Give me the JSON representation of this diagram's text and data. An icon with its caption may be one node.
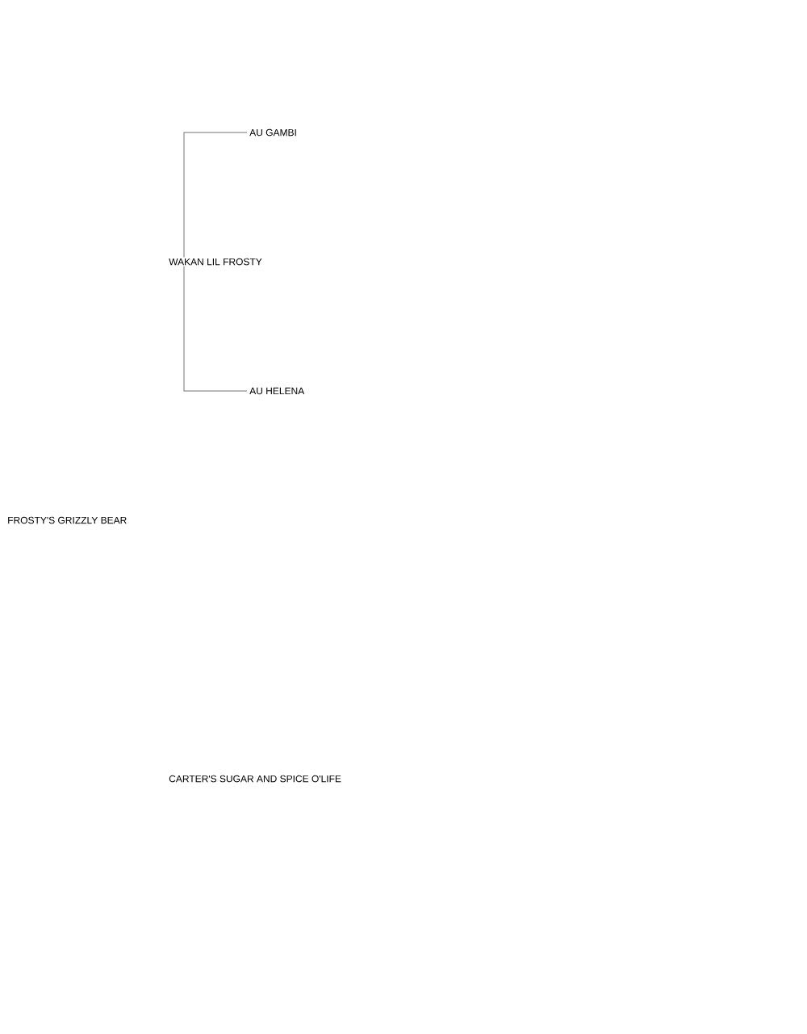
{
  "diagram": {
    "nodes": [
      {
        "text": [
          "AU GAMBI"
        ]
      },
      {
        "text": [
          "WAKAN LIL FROSTY"
        ]
      },
      {
        "text": [
          "AU HELENA"
        ]
      },
      {
        "text": [
          "FROSTY'S GRIZZLY BEAR"
        ]
      },
      {
        "text": [
          "CARTER'S SUGAR AND SPICE O'LIFE"
        ]
      }
    ],
    "edges": [
      {
        "from": 1,
        "to": 0,
        "arrow": "none"
      },
      {
        "from": 1,
        "to": 2,
        "arrow": "none"
      }
    ]
  }
}
